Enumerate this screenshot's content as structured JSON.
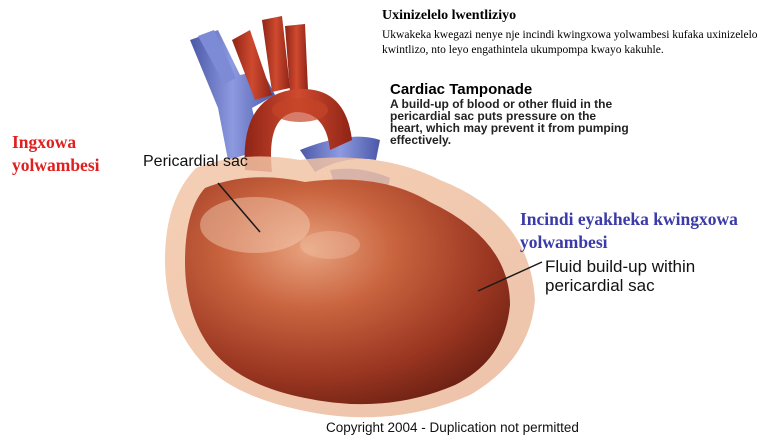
{
  "xhosa": {
    "title": "Uxinizelelo lwentliziyo",
    "description": "Ukwakeka kwegazi nenye nje incindi kwingxowa yolwambesi kufaka uxinizelelo kwintlizo, nto leyo engathintela ukumpompa kwayo kakuhle."
  },
  "english": {
    "title": "Cardiac Tamponade",
    "description": "A build-up of blood or other fluid in the pericardial sac puts pressure on the heart, which may prevent it from pumping effectively."
  },
  "labels": {
    "sac_xhosa": "Ingxowa yolwambesi",
    "sac_english": "Pericardial sac",
    "fluid_xhosa": "Incindi eyakheka kwingxowa yolwambesi",
    "fluid_english": "Fluid build-up within pericardial sac"
  },
  "copyright": "Copyright 2004 - Duplication not permitted",
  "colors": {
    "red_label": "#e0201f",
    "blue_label": "#3a3aa8",
    "vein_blue": "#6a78c8",
    "artery_red": "#b8321f",
    "heart_muscle": "#9c3a26"
  }
}
